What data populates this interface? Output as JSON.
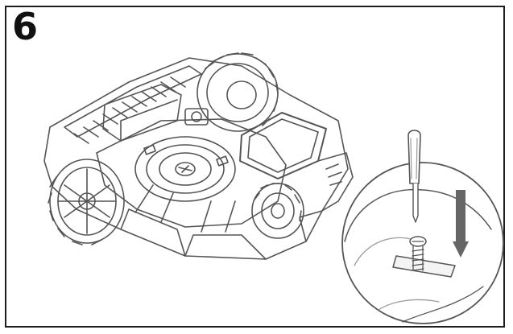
{
  "step": {
    "number": "6"
  },
  "colors": {
    "frame": "#1e1e1e",
    "line": "#555555",
    "light_line": "#9a9a9a",
    "arrow": "#666666",
    "metal": "#bdbdbd"
  },
  "illustration": {
    "subject": "robotic-lawn-mower-underside",
    "detail_callout": "screwdriver-driving-screw-into-blade-holder",
    "arrow_direction": "down"
  }
}
